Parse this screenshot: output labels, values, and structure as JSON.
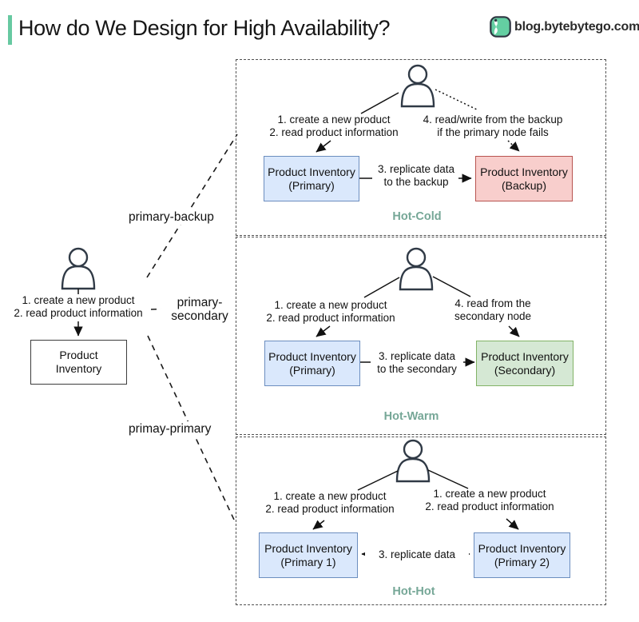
{
  "header": {
    "title": "How do We Design for High Availability?",
    "brand": "blog.bytebytego.com"
  },
  "colors": {
    "accent_green": "#67C9A1",
    "section_label_teal": "#76A797",
    "primary_node_fill": "#DAE8FC",
    "primary_node_border": "#6C8EBF",
    "backup_node_fill": "#F8CECC",
    "backup_node_border": "#B85450",
    "secondary_node_fill": "#D5E8D4",
    "secondary_node_border": "#82B366"
  },
  "left": {
    "user_actions": [
      "1. create a new product",
      "2. read product information"
    ],
    "node": [
      "Product",
      "Inventory"
    ],
    "branches": {
      "primary_backup": "primary-backup",
      "primary_secondary": [
        "primary-",
        "secondary"
      ],
      "primary_primary": "primay-primary"
    }
  },
  "panels": [
    {
      "name": "Hot-Cold",
      "user_actions_left": [
        "1. create a new product",
        "2. read product information"
      ],
      "user_actions_right": [
        "4. read/write from the backup",
        "if the primary node fails"
      ],
      "left_node": [
        "Product Inventory",
        "(Primary)"
      ],
      "right_node": [
        "Product Inventory",
        "(Backup)"
      ],
      "replicate": [
        "3. replicate data",
        "to the backup"
      ]
    },
    {
      "name": "Hot-Warm",
      "user_actions_left": [
        "1. create a new product",
        "2. read product information"
      ],
      "user_actions_right": [
        "4. read from the",
        "secondary node"
      ],
      "left_node": [
        "Product Inventory",
        "(Primary)"
      ],
      "right_node": [
        "Product Inventory",
        "(Secondary)"
      ],
      "replicate": [
        "3. replicate data",
        "to the secondary"
      ]
    },
    {
      "name": "Hot-Hot",
      "user_actions_left": [
        "1. create a new product",
        "2. read product information"
      ],
      "user_actions_right": [
        "1. create a new product",
        "2. read product information"
      ],
      "left_node": [
        "Product Inventory",
        "(Primary 1)"
      ],
      "right_node": [
        "Product Inventory",
        "(Primary 2)"
      ],
      "replicate": [
        "3. replicate data"
      ]
    }
  ]
}
